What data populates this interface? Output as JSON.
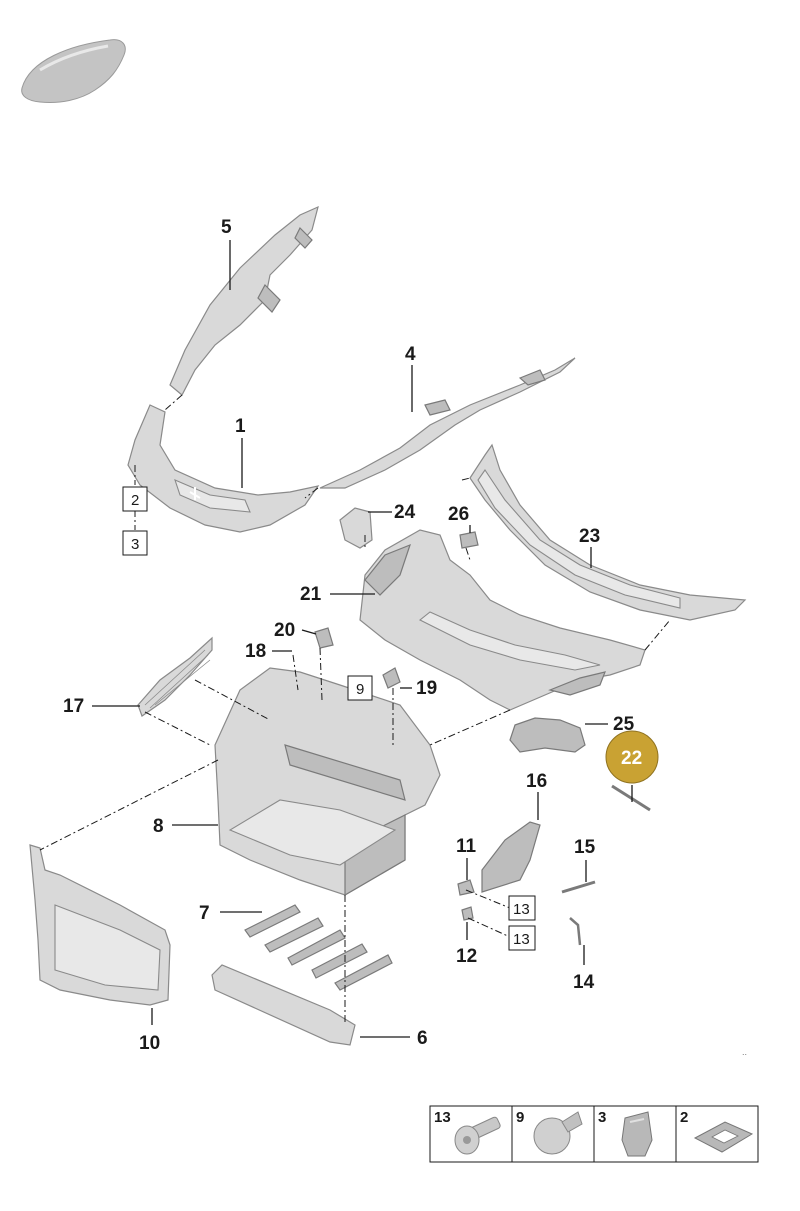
{
  "callouts": [
    {
      "id": "1",
      "label": "1"
    },
    {
      "id": "4",
      "label": "4"
    },
    {
      "id": "5",
      "label": "5"
    },
    {
      "id": "6",
      "label": "6"
    },
    {
      "id": "7",
      "label": "7"
    },
    {
      "id": "8",
      "label": "8"
    },
    {
      "id": "10",
      "label": "10"
    },
    {
      "id": "11",
      "label": "11"
    },
    {
      "id": "12",
      "label": "12"
    },
    {
      "id": "14",
      "label": "14"
    },
    {
      "id": "15",
      "label": "15"
    },
    {
      "id": "16",
      "label": "16"
    },
    {
      "id": "17",
      "label": "17"
    },
    {
      "id": "18",
      "label": "18"
    },
    {
      "id": "19",
      "label": "19"
    },
    {
      "id": "20",
      "label": "20"
    },
    {
      "id": "21",
      "label": "21"
    },
    {
      "id": "23",
      "label": "23"
    },
    {
      "id": "24",
      "label": "24"
    },
    {
      "id": "25",
      "label": "25"
    },
    {
      "id": "26",
      "label": "26"
    }
  ],
  "boxed_refs": [
    {
      "id": "b2",
      "label": "2"
    },
    {
      "id": "b3",
      "label": "3"
    },
    {
      "id": "b9",
      "label": "9"
    },
    {
      "id": "b13a",
      "label": "13"
    },
    {
      "id": "b13b",
      "label": "13"
    }
  ],
  "highlighted": {
    "label": "22",
    "color": "#c9a233"
  },
  "legend": [
    {
      "label": "13",
      "icon": "screw-icon"
    },
    {
      "label": "9",
      "icon": "clip-icon"
    },
    {
      "label": "3",
      "icon": "clip-nut-icon"
    },
    {
      "label": "2",
      "icon": "pad-icon"
    }
  ],
  "colors": {
    "part": "#d9d9d9",
    "line": "#1a1a1a",
    "highlight": "#c9a233"
  }
}
